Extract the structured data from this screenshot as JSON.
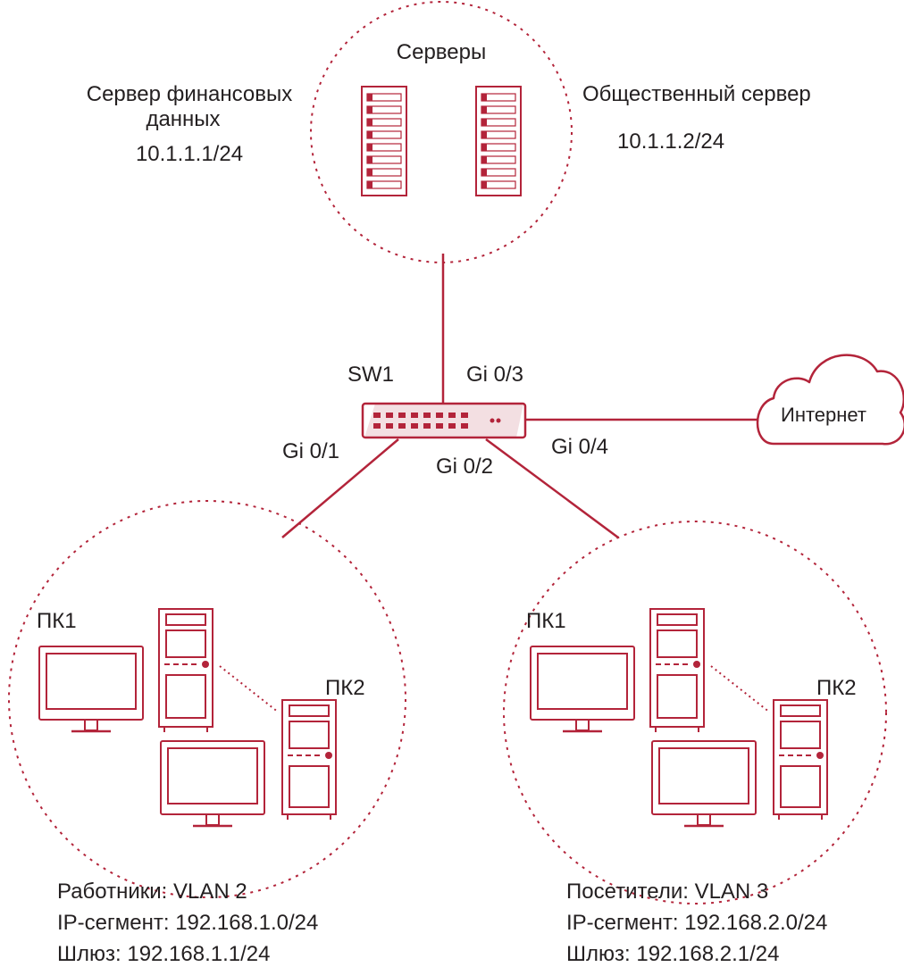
{
  "colors": {
    "accent": "#b3243a",
    "accent_light": "#f3dfe2",
    "text": "#231f20",
    "background": "#ffffff"
  },
  "servers": {
    "title": "Серверы",
    "finance": {
      "name_line1": "Сервер финансовых",
      "name_line2": "данных",
      "ip": "10.1.1.1/24"
    },
    "public": {
      "name": "Общественный сервер",
      "ip": "10.1.1.2/24"
    }
  },
  "switch": {
    "name": "SW1",
    "ports": {
      "gi01": "Gi 0/1",
      "gi02": "Gi 0/2",
      "gi03": "Gi 0/3",
      "gi04": "Gi 0/4"
    }
  },
  "internet": {
    "label": "Интернет"
  },
  "vlan_workers": {
    "pc1": "ПК1",
    "pc2": "ПК2",
    "name": "Работники: VLAN 2",
    "segment": "IP-сегмент: 192.168.1.0/24",
    "gateway": "Шлюз: 192.168.1.1/24"
  },
  "vlan_visitors": {
    "pc1": "ПК1",
    "pc2": "ПК2",
    "name": "Посетители: VLAN 3",
    "segment": "IP-сегмент: 192.168.2.0/24",
    "gateway": "Шлюз: 192.168.2.1/24"
  }
}
